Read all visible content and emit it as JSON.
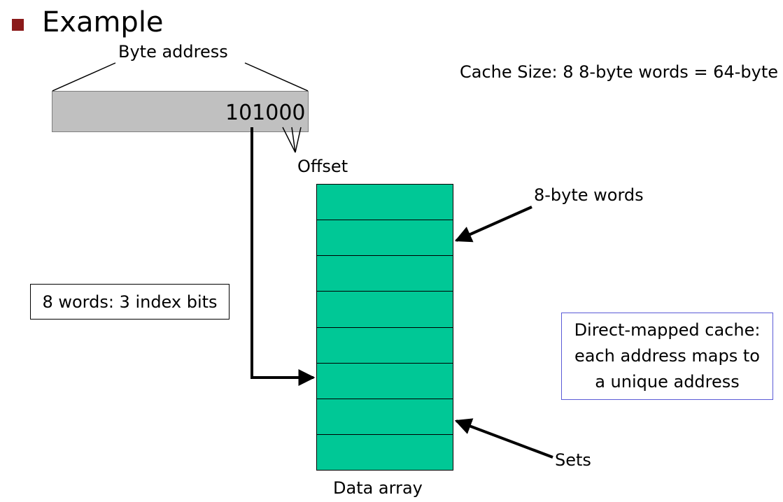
{
  "title": "Example",
  "byte_address_label": "Byte address",
  "address_value": "101000",
  "offset_label": "Offset",
  "cache_size_label": "Cache Size: 8 8-byte words = 64-byte",
  "words_label": "8-byte words",
  "index_bits_label": "8 words: 3 index bits",
  "direct_mapped_note": {
    "line1": "Direct-mapped cache:",
    "line2": "each address maps to",
    "line3": "a unique address"
  },
  "sets_label": "Sets",
  "data_array_label": "Data array",
  "data_array": {
    "rows": 8
  },
  "colors": {
    "bullet": "#8b1a1a",
    "address_box": "#c0c0c0",
    "data_array": "#00c896",
    "note_border": "#5b5bd6"
  }
}
